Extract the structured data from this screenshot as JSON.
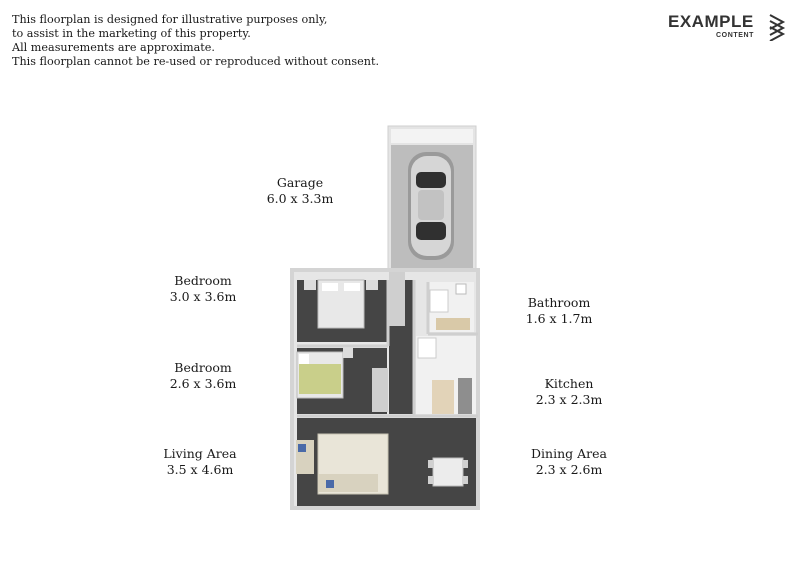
{
  "disclaimer": [
    "This floorplan is designed for illustrative purposes only,",
    "to assist in the marketing of this property.",
    "All measurements are approximate.",
    "This floorplan cannot be re-used or reproduced without consent."
  ],
  "logo": {
    "main": "EXAMPLE",
    "sub": "CONTENT"
  },
  "rooms": {
    "garage": {
      "name": "Garage",
      "size": "6.0 x 3.3m"
    },
    "bedroom1": {
      "name": "Bedroom",
      "size": "3.0 x 3.6m"
    },
    "bedroom2": {
      "name": "Bedroom",
      "size": "2.6 x 3.6m"
    },
    "living": {
      "name": "Living Area",
      "size": "3.5 x 4.6m"
    },
    "bathroom": {
      "name": "Bathroom",
      "size": "1.6 x 1.7m"
    },
    "kitchen": {
      "name": "Kitchen",
      "size": "2.3 x 2.3m"
    },
    "dining": {
      "name": "Dining Area",
      "size": "2.3 x 2.6m"
    }
  },
  "colors": {
    "floor": "#444444",
    "wall": "#d9d9d9",
    "garage_floor": "#b8b8b8",
    "bed_accent": "#c9cf8a"
  }
}
